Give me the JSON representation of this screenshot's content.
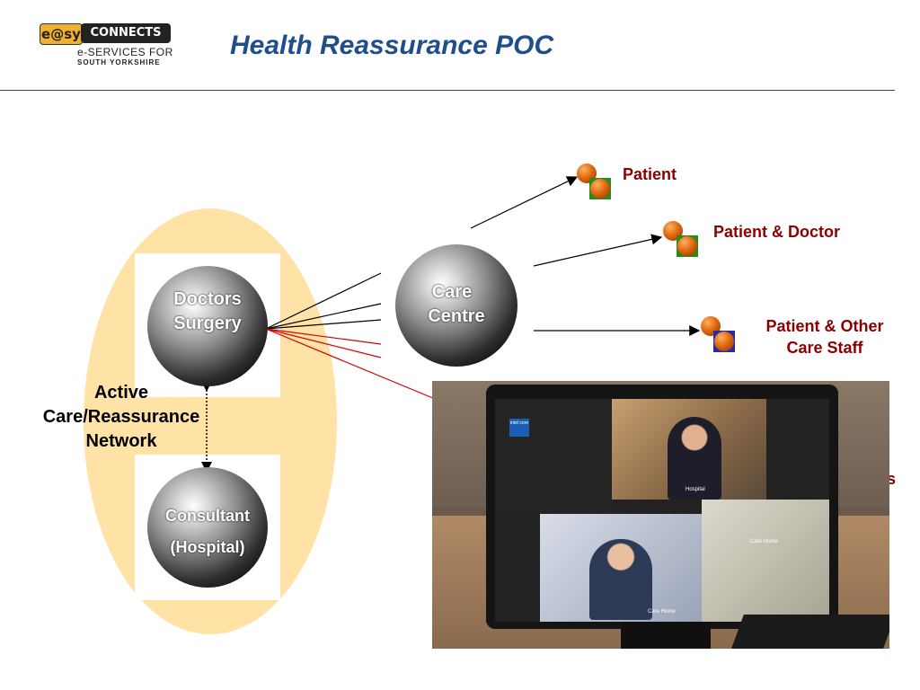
{
  "logo": {
    "easy": "e@sy",
    "connects": "CONNECTS",
    "line2": "e-SERVICES FOR",
    "line3": "SOUTH YORKSHIRE"
  },
  "title": "Health Reassurance POC",
  "nodes": {
    "doctors": [
      "Doctors",
      "Surgery"
    ],
    "consultant": [
      "Consultant",
      "(Hospital)"
    ],
    "care_centre": [
      "Care",
      "Centre"
    ]
  },
  "network_label": [
    "Active",
    "Care/Reassurance",
    "Network"
  ],
  "destinations": {
    "patient": "Patient",
    "patient_doctor": "Patient & Doctor",
    "patient_other": [
      "Patient & Other",
      "Care Staff"
    ],
    "partial": "rs"
  },
  "photo": {
    "caption_hospital": "Hospital",
    "caption_care_home": "Care Home",
    "caption_other": "Care Home",
    "badge": "intel core"
  },
  "colors": {
    "title": "#1f4e8c",
    "destination_text": "#8b0000",
    "network_fill": "#ffe2a6",
    "link_red": "#d40000"
  }
}
